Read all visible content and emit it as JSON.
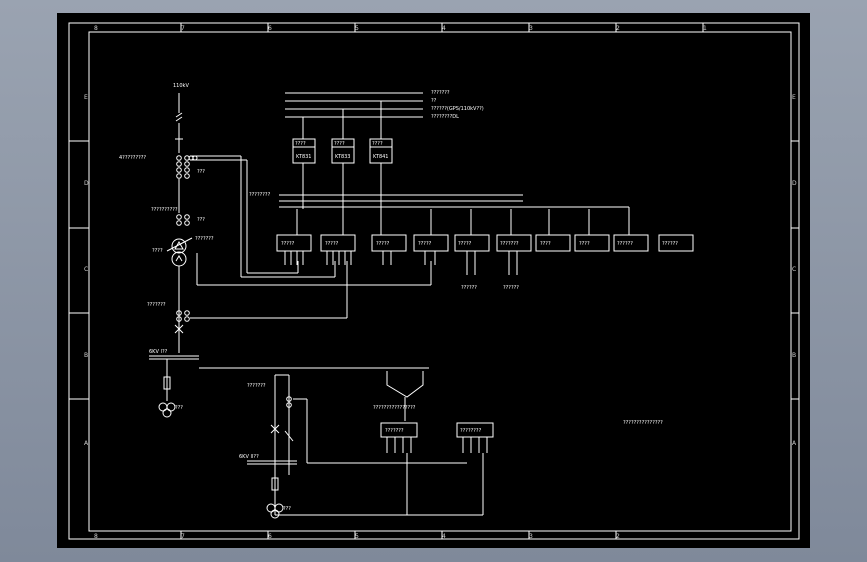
{
  "drawing": {
    "zones_top": [
      "8",
      "7",
      "6",
      "5",
      "4",
      "3",
      "2",
      "1"
    ],
    "zones_bottom": [
      "8",
      "7",
      "6",
      "5",
      "4",
      "3",
      "2"
    ],
    "zones_side": [
      "E",
      "D",
      "C",
      "B",
      "A"
    ],
    "labels": {
      "incoming_voltage": "110kV",
      "ct_group_1": "4?????????",
      "ct_group_2": "??????????",
      "transformer_label": "????",
      "transformer_side": "???????",
      "ct_group_3": "???????",
      "bus_1": "6KV I??",
      "bus_2": "6KV II??",
      "pt_label_1": "???",
      "pt_label_2": "???",
      "ct_group_4": "???????",
      "gen_label_1": "???",
      "gen_label_2": "???",
      "bus_top_1": "???????",
      "bus_top_2": "??",
      "bus_top_3": "??????(GPS/110kV??)",
      "bus_top_4": "????????DL",
      "bus_mid": "????????",
      "unit_1": "KT831",
      "unit_1_top": "????",
      "unit_2": "KT833",
      "unit_2_top": "????",
      "unit_3": "KT841",
      "unit_3_top": "????",
      "note": "???????????????",
      "lower_box_1": "???????",
      "lower_box_2": "????????",
      "lower_brace": "????????????????",
      "cabinet_1": "?????",
      "cabinet_2": "?????",
      "cabinet_3": "?????",
      "cabinet_4": "?????",
      "cabinet_5": "?????",
      "cabinet_6": "???????",
      "cabinet_7": "????",
      "cabinet_8": "????",
      "cabinet_9": "??????",
      "cabinet_10": "??????"
    }
  }
}
